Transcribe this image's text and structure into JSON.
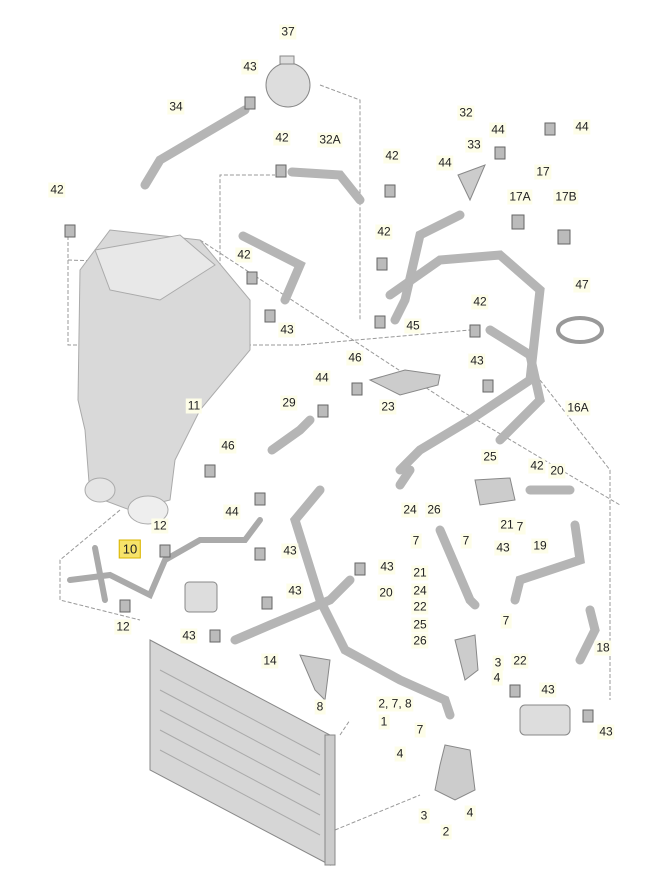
{
  "diagram": {
    "title": "Cooling system parts diagram",
    "highlight_color": "#f7e36a",
    "highlighted_callout": "10",
    "callouts": [
      "37",
      "43",
      "34",
      "42",
      "32A",
      "42",
      "32",
      "44",
      "44",
      "33",
      "44",
      "17",
      "17A",
      "17B",
      "42",
      "42",
      "42",
      "43",
      "47",
      "42",
      "45",
      "43",
      "46",
      "44",
      "29",
      "23",
      "16A",
      "11",
      "46",
      "25",
      "42",
      "20",
      "44",
      "24",
      "26",
      "21",
      "7",
      "7",
      "43",
      "12",
      "7",
      "19",
      "10",
      "43",
      "43",
      "21",
      "20",
      "24",
      "22",
      "25",
      "26",
      "43",
      "12",
      "7",
      "43",
      "14",
      "3",
      "22",
      "18",
      "4",
      "43",
      "8",
      "2, 7, 8",
      "1",
      "7",
      "43",
      "4",
      "3",
      "4",
      "2"
    ]
  }
}
